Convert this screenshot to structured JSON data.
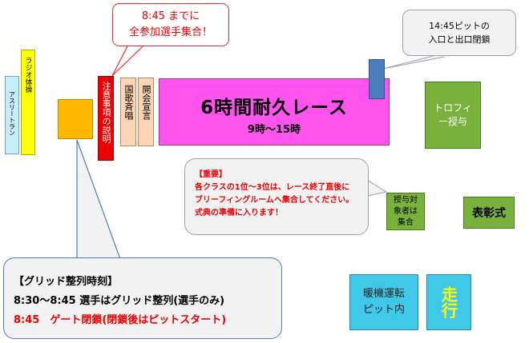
{
  "schedule": {
    "athlete_run": "アスリートラン",
    "radio_exercise": "ラジオ体操",
    "cautions": "注意事項の説明",
    "anthem": "国歌斉唱",
    "opening": "開会宣言",
    "race_title": "6時間耐久レース",
    "race_time": "9時〜15時",
    "trophy": "トロフィー授与",
    "award_target": "授与対象者は集合",
    "ceremony": "表彰式",
    "warmup": "暖機運転ピット内",
    "run": "走行"
  },
  "callouts": {
    "assembly_line1": "8:45 までに",
    "assembly_line2": "全参加選手集合！",
    "pit_close_line1": "14:45ピットの",
    "pit_close_line2": "入口と出口閉鎖",
    "important_title": "【重要】",
    "important_line1": "各クラスの1位〜3位は、レース終了直後に",
    "important_line2": "ブリーフィングルームへ集合してください。",
    "important_line3": "式典の準備に入ります！",
    "grid_title": "【グリッド整列時刻】",
    "grid_line1": "8:30〜8:45 選手はグリッド整列(選手のみ)",
    "grid_line2": "8:45　ゲート閉鎖(閉鎖後はピットスタート)"
  },
  "colors": {
    "athlete_run": "#c6eefa",
    "radio_exercise": "#ffff00",
    "grid_marker": "#ffb800",
    "cautions": "#ee0000",
    "peach": "#fbd5b5",
    "race": "#ff55ee",
    "pit_marker": "#4a7dbd",
    "green": "#78b23c",
    "cyan": "#40c8e8",
    "alert_red": "#ee0000"
  }
}
